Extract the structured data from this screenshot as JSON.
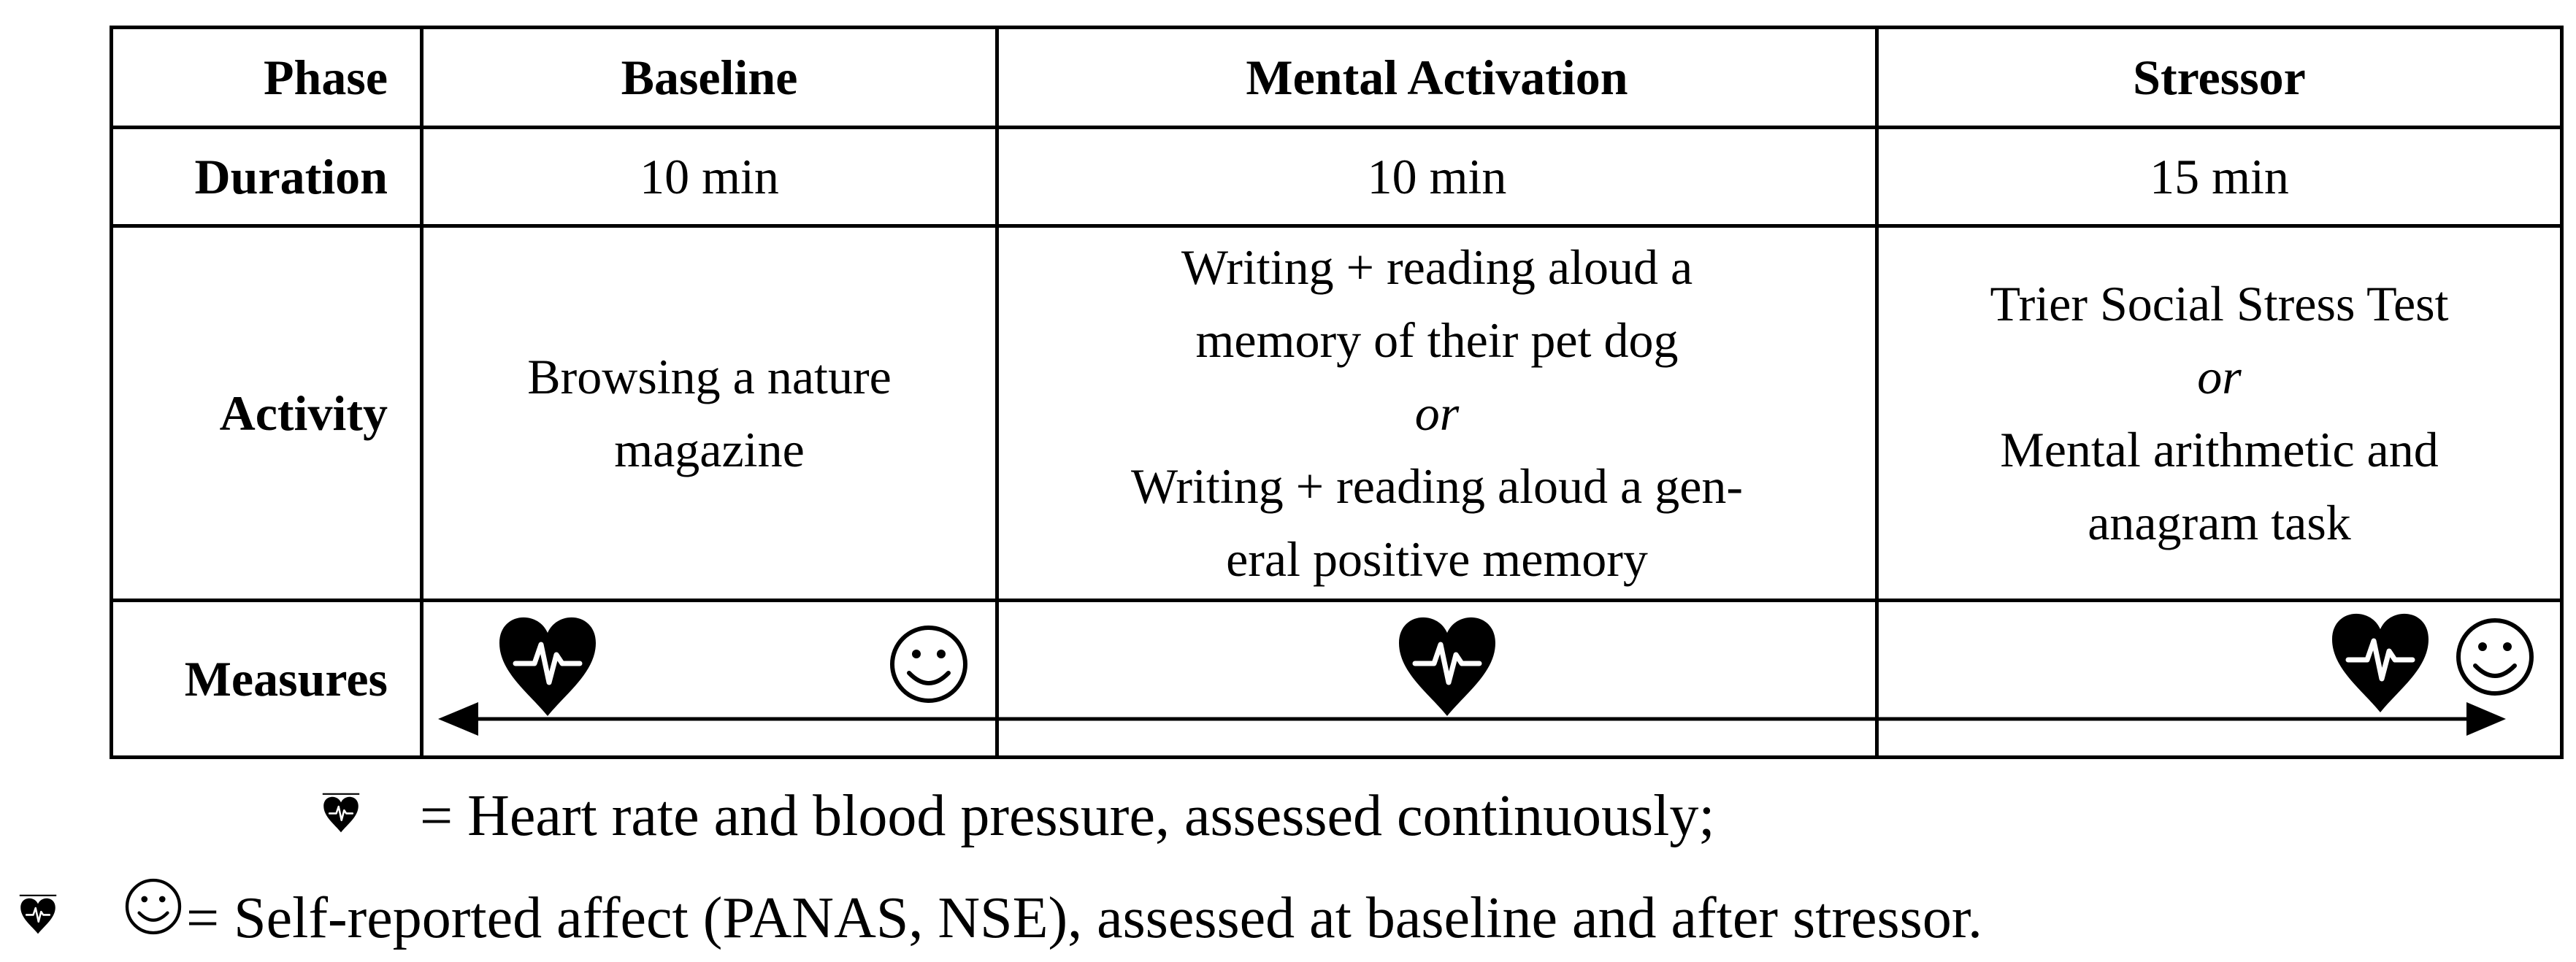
{
  "table": {
    "headers": {
      "phase": "Phase",
      "baseline": "Baseline",
      "mental_activation": "Mental Activation",
      "stressor": "Stressor"
    },
    "rows": {
      "duration": {
        "label": "Duration",
        "baseline": "10 min",
        "mental_activation": "10 min",
        "stressor": "15 min"
      },
      "activity": {
        "label": "Activity",
        "baseline": [
          "Browsing a nature",
          "magazine"
        ],
        "mental_activation": {
          "line1": "Writing + reading aloud a",
          "line2": "memory of their pet dog",
          "or": "or",
          "line3": "Writing + reading aloud a gen-",
          "line4": "eral positive memory"
        },
        "stressor": {
          "line1": "Trier Social Stress Test",
          "or": "or",
          "line2": "Mental arithmetic and",
          "line3": "anagram task"
        }
      },
      "measures": {
        "label": "Measures"
      }
    }
  },
  "legend": {
    "heart_text": "= Heart rate and blood pressure, assessed continuously;",
    "smiley_text": "= Self-reported affect (PANAS, NSE), assessed at baseline and after stressor."
  },
  "icons": {
    "heart": "heart-pulse-icon",
    "smiley": "smiley-face-icon",
    "arrow": "double-arrow-icon"
  },
  "colors": {
    "ink": "#000000",
    "background": "#ffffff"
  }
}
